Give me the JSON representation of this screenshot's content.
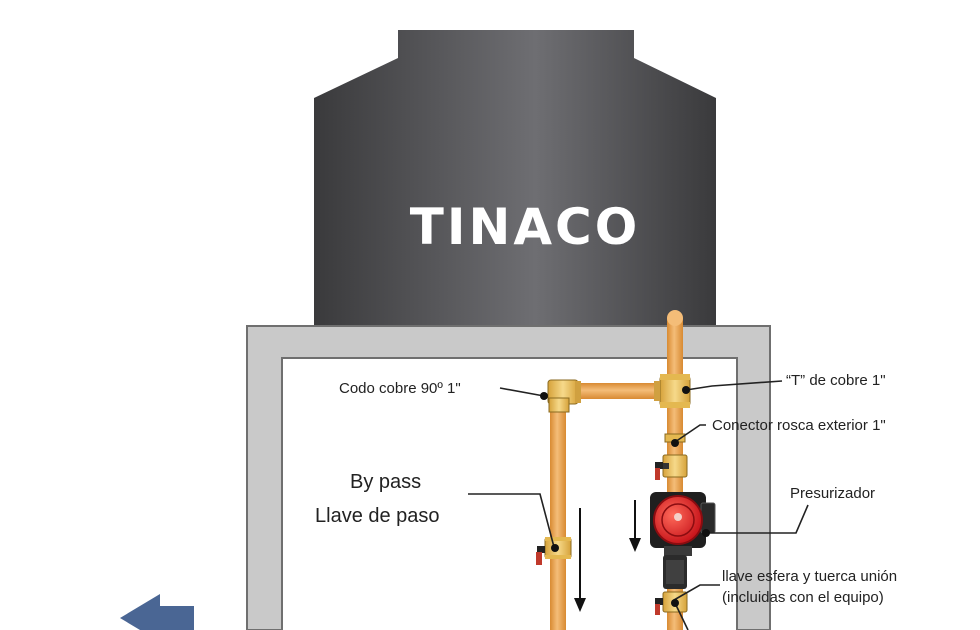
{
  "tank": {
    "title": "TINACO"
  },
  "labels": {
    "elbow": "Codo cobre 90º 1\"",
    "tee": "“T” de cobre 1\"",
    "connector": "Conector rosca exterior 1\"",
    "bypass_line1": "By pass",
    "bypass_line2": "Llave de paso",
    "pressurizer": "Presurizador",
    "valve_line1": "llave esfera y tuerca unión",
    "valve_line2": "(incluidas con el equipo)"
  },
  "colors": {
    "tank": "#4a4a4c",
    "tank_highlight": "#6e6e72",
    "frame": "#c9c9c9",
    "pipe": "#e8a24a",
    "fitting": "#f1c75a",
    "pump_red": "#e0262a",
    "arrow_blue": "#4a6694",
    "leader": "#222222"
  },
  "icons": {
    "flow_arrow_main": "arrow-down-icon",
    "flow_arrow_pump": "arrow-down-icon",
    "outlet_arrow": "arrow-left-icon"
  }
}
